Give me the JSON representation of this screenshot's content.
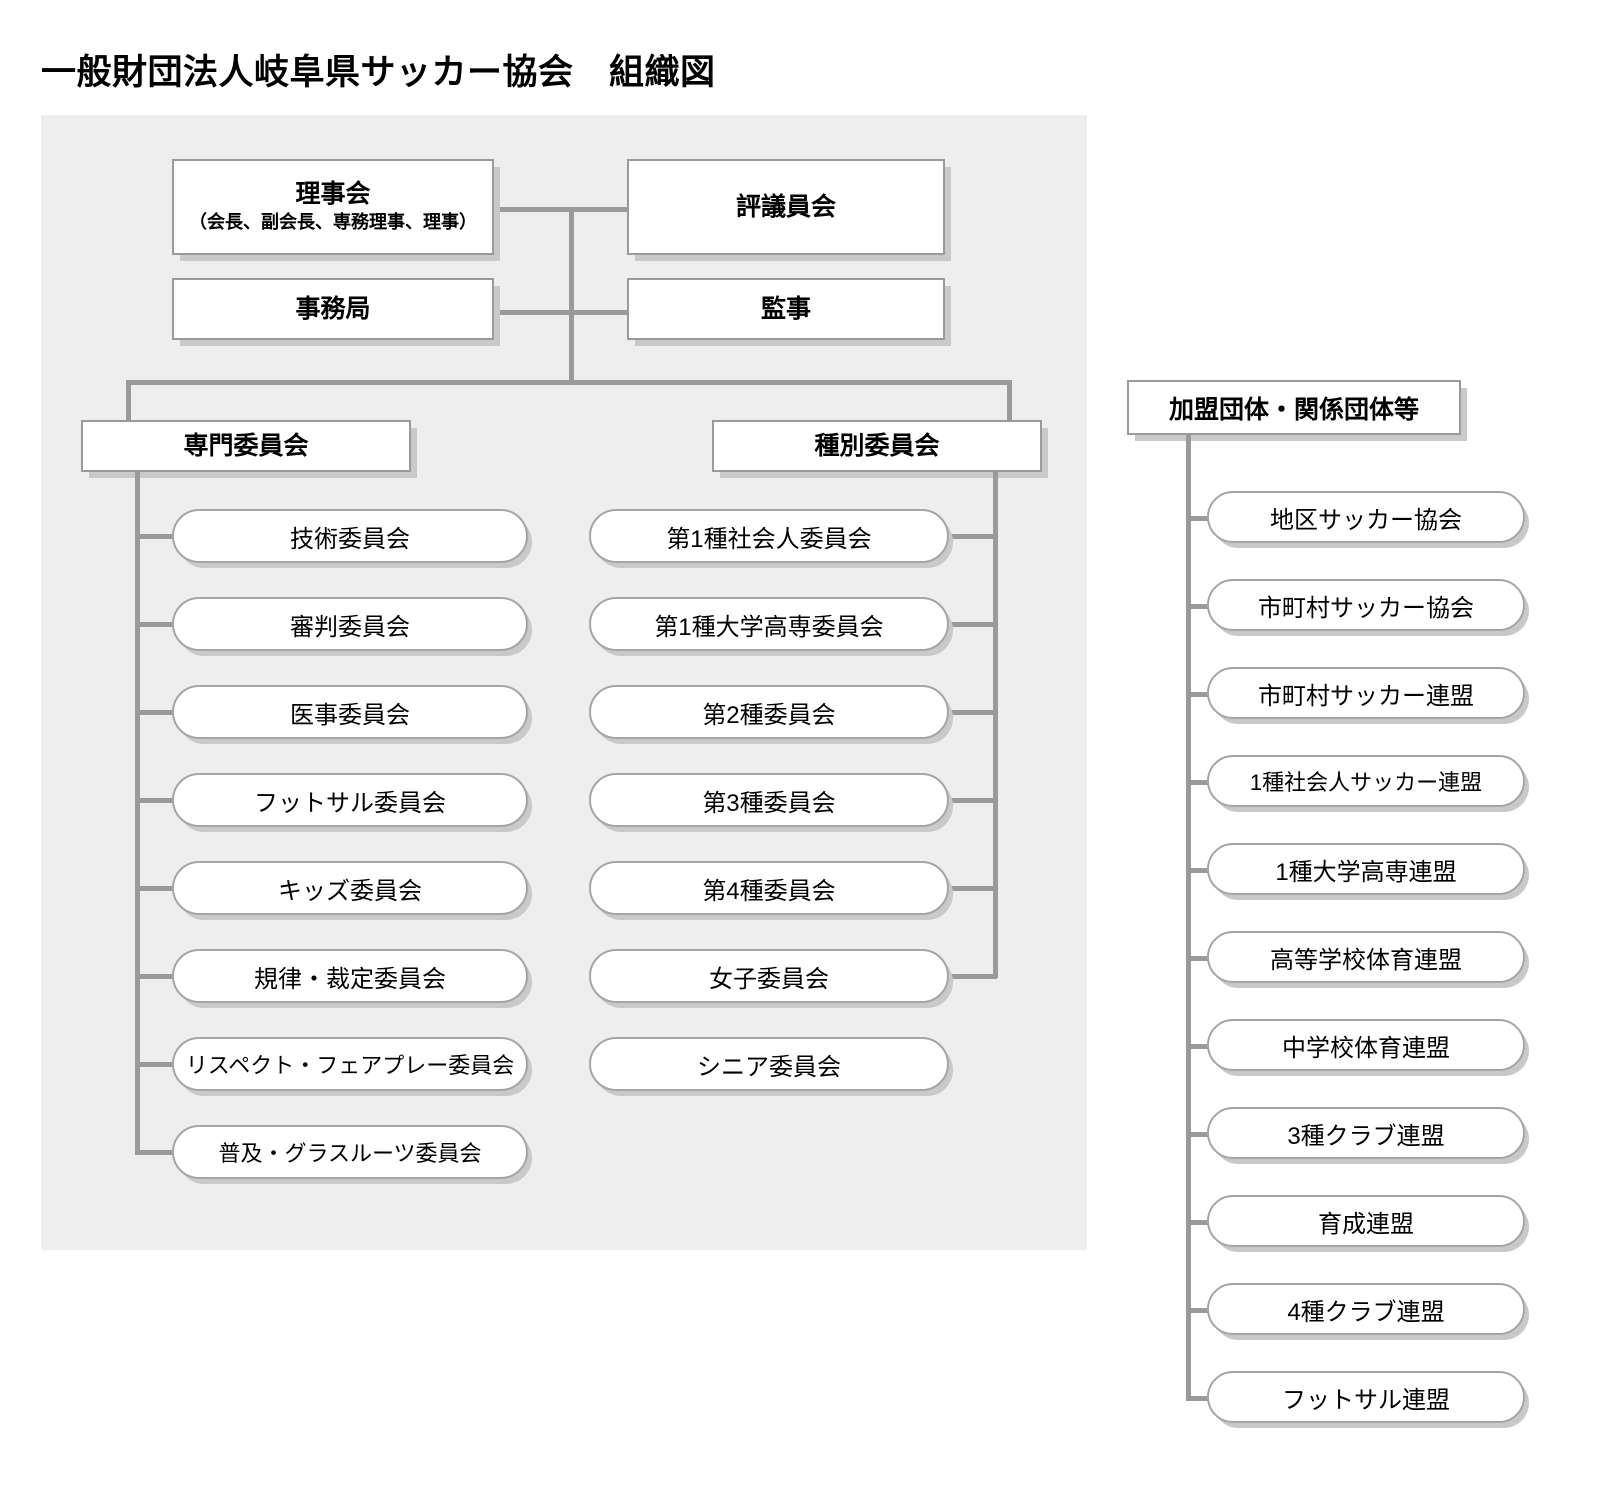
{
  "page": {
    "title": "一般財団法人岐阜県サッカー協会　組織図"
  },
  "colors": {
    "panel_background": "#eeeeee",
    "connector": "#9a9a9a",
    "box_border": "#9a9a9a",
    "pill_border": "#a5a5a5",
    "shadow": "#c9c9c9",
    "box_fill": "#ffffff",
    "text": "#000000"
  },
  "governance": {
    "board": {
      "title": "理事会",
      "subtitle": "（会長、副会長、専務理事、理事）"
    },
    "councillors": {
      "title": "評議員会"
    },
    "secretariat": {
      "title": "事務局"
    },
    "auditors": {
      "title": "監事"
    }
  },
  "specialist_committees": {
    "header": "専門委員会",
    "items": [
      {
        "label": "技術委員会"
      },
      {
        "label": "審判委員会"
      },
      {
        "label": "医事委員会"
      },
      {
        "label": "フットサル委員会"
      },
      {
        "label": "キッズ委員会"
      },
      {
        "label": "規律・裁定委員会"
      },
      {
        "label": "リスペクト・フェアプレー委員会"
      },
      {
        "label": "普及・グラスルーツ委員会"
      }
    ]
  },
  "category_committees": {
    "header": "種別委員会",
    "items": [
      {
        "label": "第1種社会人委員会"
      },
      {
        "label": "第1種大学高専委員会"
      },
      {
        "label": "第2種委員会"
      },
      {
        "label": "第3種委員会"
      },
      {
        "label": "第4種委員会"
      },
      {
        "label": "女子委員会"
      },
      {
        "label": "シニア委員会"
      }
    ]
  },
  "affiliated_organizations": {
    "header": "加盟団体・関係団体等",
    "items": [
      {
        "label": "地区サッカー協会"
      },
      {
        "label": "市町村サッカー協会"
      },
      {
        "label": "市町村サッカー連盟"
      },
      {
        "label": "1種社会人サッカー連盟"
      },
      {
        "label": "1種大学高専連盟"
      },
      {
        "label": "高等学校体育連盟"
      },
      {
        "label": "中学校体育連盟"
      },
      {
        "label": "3種クラブ連盟"
      },
      {
        "label": "育成連盟"
      },
      {
        "label": "4種クラブ連盟"
      },
      {
        "label": "フットサル連盟"
      }
    ]
  }
}
